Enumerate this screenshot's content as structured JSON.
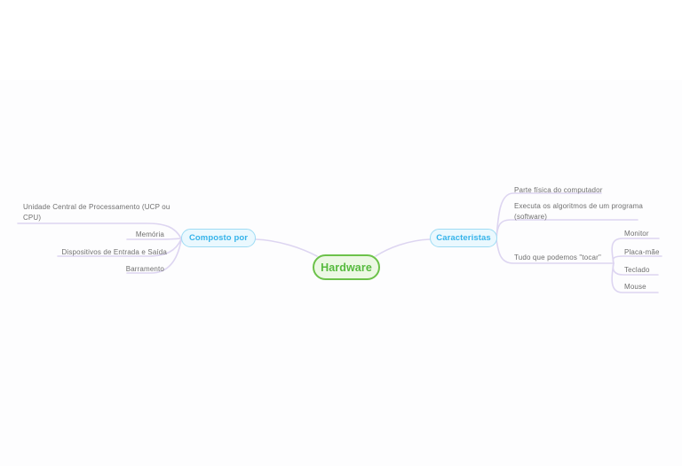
{
  "mindmap": {
    "root": {
      "label": "Hardware"
    },
    "branches": {
      "left": {
        "label": "Composto por",
        "children": [
          {
            "label": "Unidade Central de Processamento (UCP ou CPU)"
          },
          {
            "label": "Memória"
          },
          {
            "label": "Dispositivos de Entrada e Saída"
          },
          {
            "label": "Barramento"
          }
        ]
      },
      "right": {
        "label": "Caracteristas",
        "children": [
          {
            "label": "Parte física do computador"
          },
          {
            "label": "Executa os algoritmos de um programa (software)"
          },
          {
            "label": "Tudo que podemos \"tocar\"",
            "children": [
              {
                "label": "Monitor"
              },
              {
                "label": "Placa-mãe"
              },
              {
                "label": "Teclado"
              },
              {
                "label": "Mouse"
              }
            ]
          }
        ]
      }
    },
    "colors": {
      "root_border": "#6cc24a",
      "root_fill": "#ecf8e4",
      "root_text": "#56ba3e",
      "branch_border": "#9edcf4",
      "branch_fill": "#eaf8fe",
      "branch_text": "#35b3ea",
      "connector_line": "#ddd5f1",
      "topic_text": "#6f6f6f"
    }
  }
}
